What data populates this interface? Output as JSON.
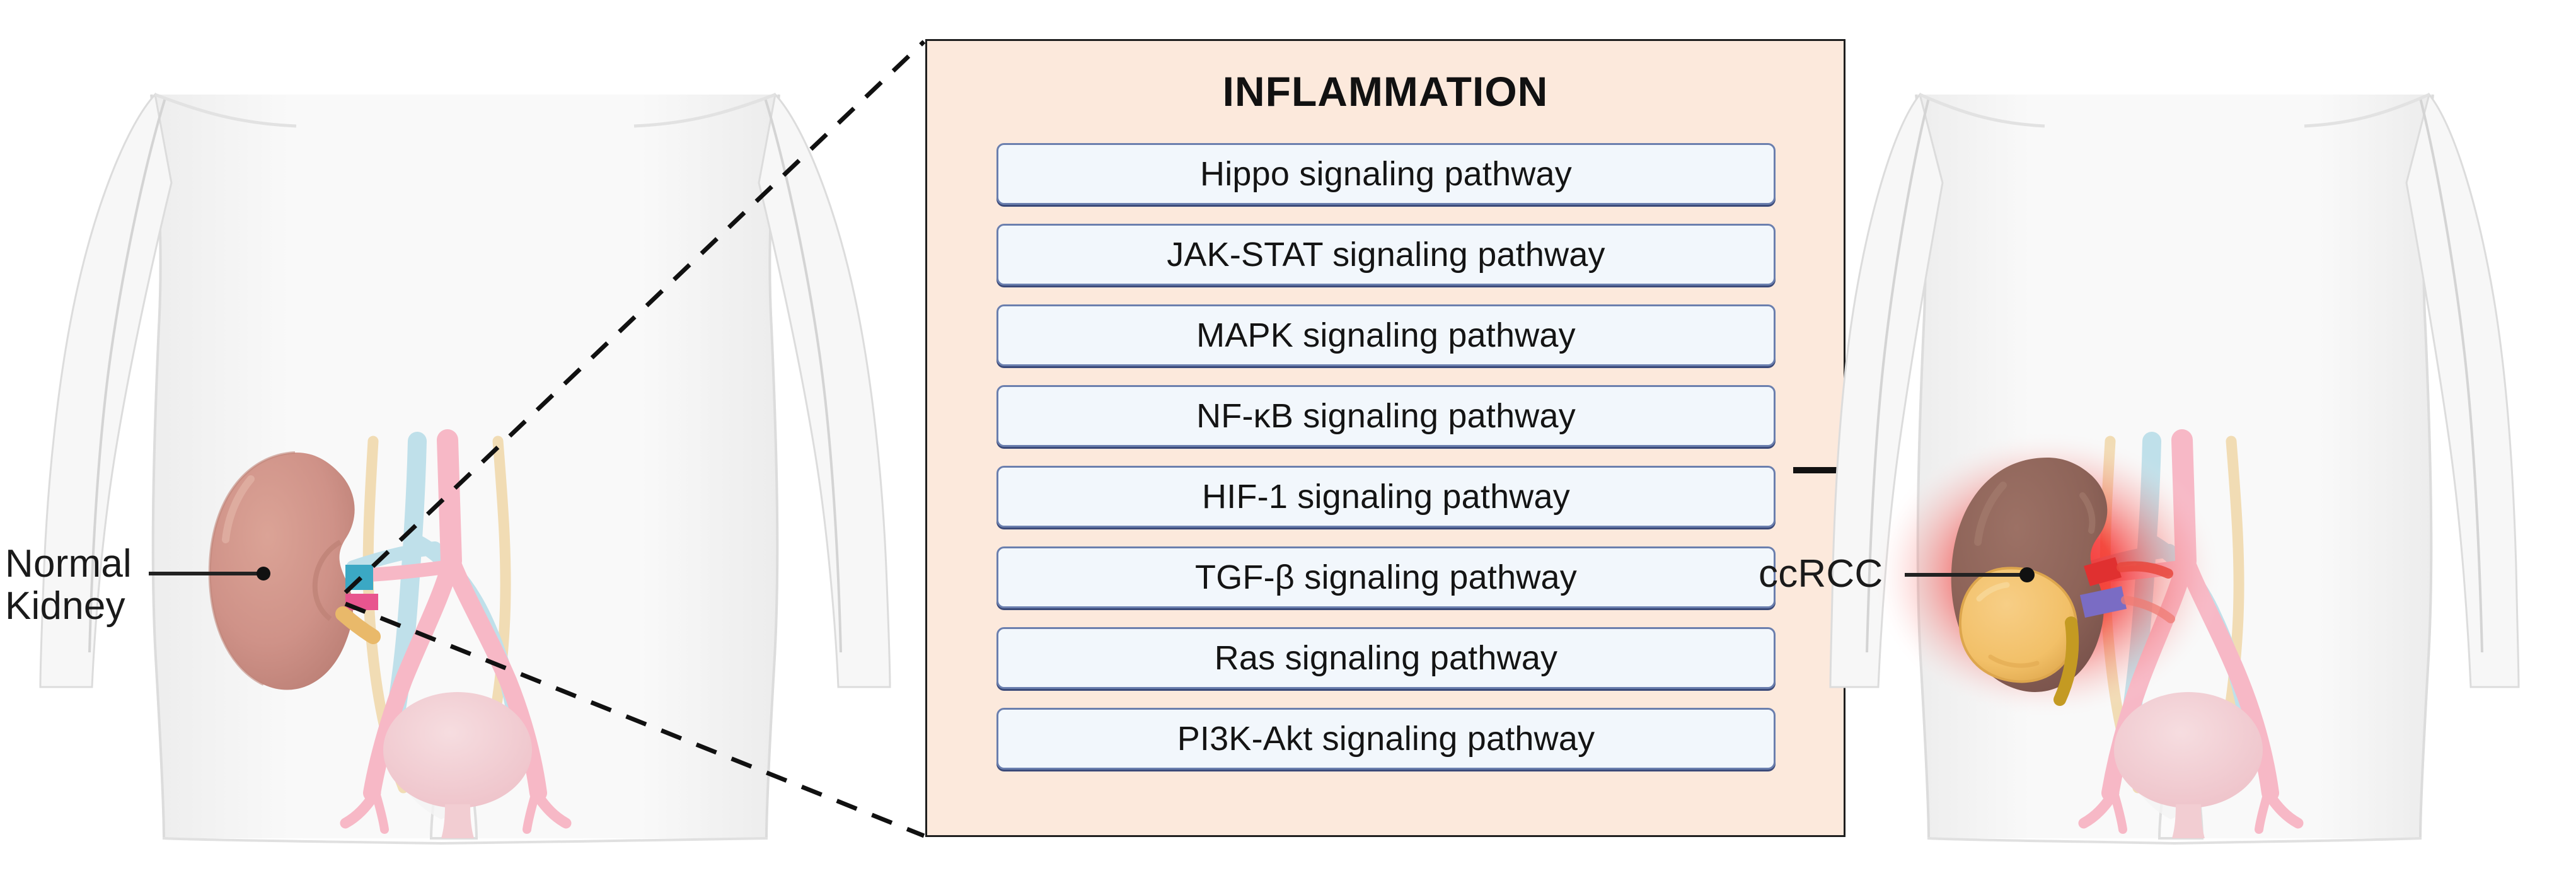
{
  "figure": {
    "type": "biomedical-schematic",
    "background_color": "#ffffff"
  },
  "left_panel": {
    "name": "normal-kidney-body-diagram",
    "label": "Normal\nKidney",
    "label_line_1": "Normal",
    "label_line_2": "Kidney",
    "body_silhouette_color": "#f7f7f7",
    "body_outline_color": "#d6d6d6",
    "kidney_color": "#cf9288",
    "kidney_shadow_color": "#b87b71",
    "renal_vein_color": "#3ba8c4",
    "renal_artery_color": "#e8558f",
    "ureter_color": "#f1dcb4",
    "adrenal_color": "#e9b96a",
    "artery_color": "#f7b8c6",
    "vein_color": "#bfe0ea",
    "bladder_color": "#f2cdd2"
  },
  "center_panel": {
    "name": "inflammation-pathway-box",
    "title": "INFLAMMATION",
    "background_color": "#fce9dc",
    "border_color": "#1e1e1e",
    "pill_fill_color": "#f2f7fc",
    "pill_border_color": "#6b7fae",
    "pathways": [
      {
        "label": "Hippo signaling pathway"
      },
      {
        "label": "JAK-STAT signaling pathway"
      },
      {
        "label": "MAPK signaling pathway"
      },
      {
        "label": "NF-κB signaling pathway"
      },
      {
        "label": "HIF-1 signaling pathway"
      },
      {
        "label": "TGF-β signaling pathway"
      },
      {
        "label": "Ras signaling pathway"
      },
      {
        "label": "PI3K-Akt signaling pathway"
      }
    ]
  },
  "right_panel": {
    "name": "ccrcc-body-diagram",
    "label": "ccRCC",
    "body_silhouette_color": "#f7f7f7",
    "body_outline_color": "#d6d6d6",
    "tumor_kidney_color": "#8d6358",
    "tumor_kidney_shadow_color": "#6f4b42",
    "tumor_mass_color": "#f2c068",
    "tumor_mass_edge_color": "#dda64d",
    "inflammation_glow_color": "#f4211f",
    "renal_artery_color": "#e03030",
    "renal_vein_color": "#7a6cc4",
    "ureter_color": "#c49a22",
    "artery_color": "#f7b8c6",
    "vein_color": "#bfe0ea",
    "bladder_color": "#f2cdd2"
  },
  "connectors": {
    "zoom_lines_name": "dashed-zoom-lines",
    "zoom_line_style": "dashed",
    "zoom_line_color": "#111111",
    "progression_arrow_name": "progression-arrow",
    "progression_arrow_color": "#111111",
    "leader_line_color": "#222222"
  }
}
